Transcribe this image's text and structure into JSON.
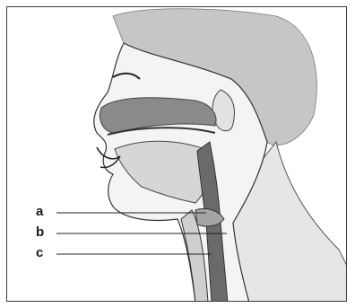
{
  "labels": {
    "a": "a",
    "b": "b",
    "c": "c"
  },
  "colors": {
    "border": "#3a3a3a",
    "hair": "#bcbcbc",
    "skin_shade": "#d9d9d9",
    "cavity": "#8a8a8a",
    "cavity_dark": "#5a5a5a",
    "line": "#222222"
  }
}
